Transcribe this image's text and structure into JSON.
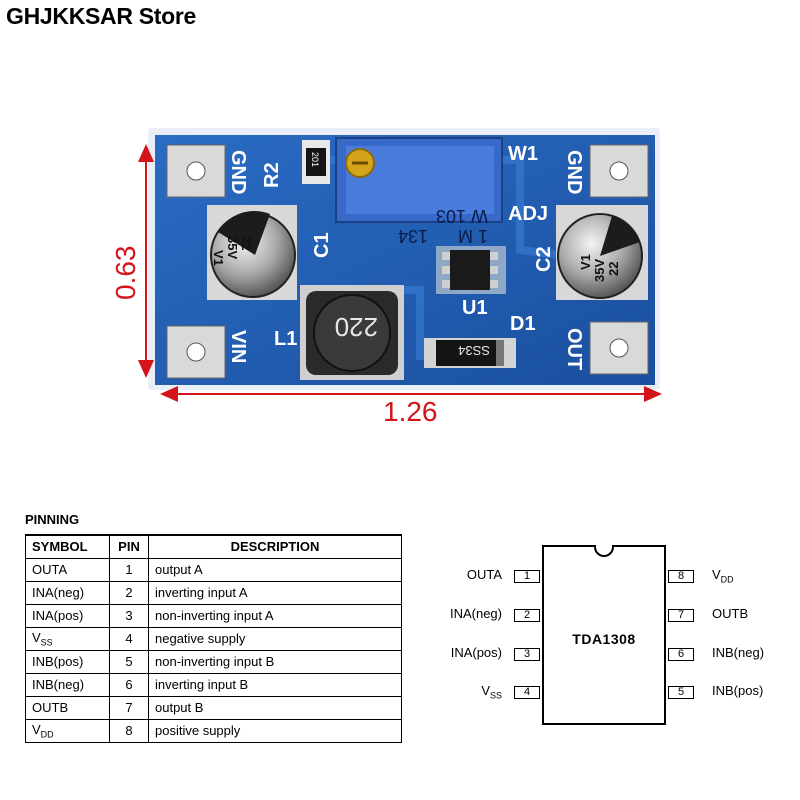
{
  "store": {
    "title": "GHJKKSAR Store"
  },
  "board": {
    "width_label": "1.26",
    "height_label": "0.63",
    "silkscreen": {
      "r2": "R2",
      "w1": "W1",
      "adj": "ADJ",
      "c1": "C1",
      "c2": "C2",
      "l1": "L1",
      "u1": "U1",
      "d1": "D1",
      "gnd_left": "GND",
      "gnd_right": "GND",
      "vin": "VIN",
      "out": "OUT"
    },
    "parts": {
      "resistor": "201",
      "pot_line1": "W 103",
      "pot_line2": "1 M",
      "pot_line3": "134",
      "cap_value": "22",
      "cap_voltage": "35V",
      "cap_mark": "V1",
      "inductor": "220",
      "diode": "SS34"
    },
    "colors": {
      "pcb": "#1f5cb3",
      "dimension": "#d4141a"
    }
  },
  "pinning": {
    "title": "PINNING",
    "headers": {
      "symbol": "SYMBOL",
      "pin": "PIN",
      "description": "DESCRIPTION"
    },
    "rows": [
      {
        "symbol": "OUTA",
        "pin": "1",
        "description": "output A"
      },
      {
        "symbol": "INA(neg)",
        "pin": "2",
        "description": "inverting input A"
      },
      {
        "symbol": "INA(pos)",
        "pin": "3",
        "description": "non-inverting input A"
      },
      {
        "symbol": "V",
        "sub": "SS",
        "pin": "4",
        "description": "negative supply"
      },
      {
        "symbol": "INB(pos)",
        "pin": "5",
        "description": "non-inverting input B"
      },
      {
        "symbol": "INB(neg)",
        "pin": "6",
        "description": "inverting input B"
      },
      {
        "symbol": "OUTB",
        "pin": "7",
        "description": "output B"
      },
      {
        "symbol": "V",
        "sub": "DD",
        "pin": "8",
        "description": "positive supply"
      }
    ]
  },
  "ic": {
    "name": "TDA1308",
    "left_pins": [
      {
        "num": "1",
        "label": "OUTA"
      },
      {
        "num": "2",
        "label": "INA(neg)"
      },
      {
        "num": "3",
        "label": "INA(pos)"
      },
      {
        "num": "4",
        "label": "V",
        "sub": "SS"
      }
    ],
    "right_pins": [
      {
        "num": "8",
        "label": "V",
        "sub": "DD"
      },
      {
        "num": "7",
        "label": "OUTB"
      },
      {
        "num": "6",
        "label": "INB(neg)"
      },
      {
        "num": "5",
        "label": "INB(pos)"
      }
    ]
  }
}
